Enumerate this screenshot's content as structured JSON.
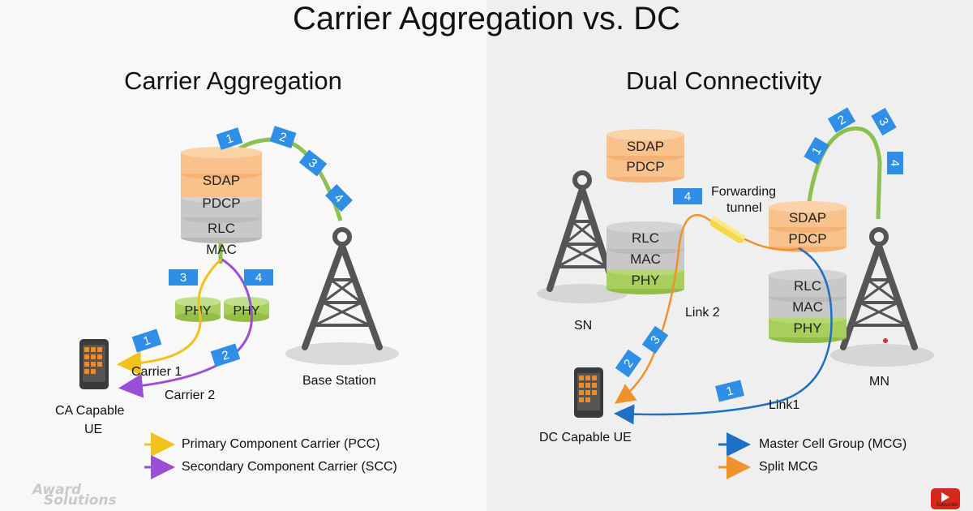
{
  "title": "Carrier Aggregation vs. DC",
  "left": {
    "heading": "Carrier Aggregation",
    "stack": {
      "sdap": "SDAP",
      "pdcp": "PDCP",
      "rlc": "RLC",
      "mac": "MAC",
      "phy1": "PHY",
      "phy2": "PHY"
    },
    "base_station": "Base Station",
    "ue_label_line1": "CA Capable",
    "ue_label_line2": "UE",
    "carrier1": "Carrier 1",
    "carrier2": "Carrier 2",
    "packets": [
      "1",
      "2",
      "3",
      "4",
      "3",
      "4",
      "1",
      "2"
    ],
    "legend": [
      {
        "text": "Primary Component Carrier (PCC)",
        "color": "#f2c21b"
      },
      {
        "text": "Secondary Component Carrier (SCC)",
        "color": "#9b4fd6"
      }
    ]
  },
  "right": {
    "heading": "Dual Connectivity",
    "sn_stack": {
      "sdap": "SDAP",
      "pdcp": "PDCP",
      "rlc": "RLC",
      "mac": "MAC",
      "phy": "PHY"
    },
    "mn_stack": {
      "sdap": "SDAP",
      "pdcp": "PDCP",
      "rlc": "RLC",
      "mac": "MAC",
      "phy": "PHY"
    },
    "sn": "SN",
    "mn": "MN",
    "forwarding_line1": "Forwarding",
    "forwarding_line2": "tunnel",
    "link2": "Link 2",
    "link1": "Link1",
    "ue_label": "DC Capable UE",
    "packets": [
      "1",
      "2",
      "3",
      "4",
      "4",
      "2",
      "3",
      "1"
    ],
    "legend": [
      {
        "text": "Master Cell Group (MCG)",
        "color": "#1f6fc5"
      },
      {
        "text": "Split MCG",
        "color": "#f0922b"
      }
    ]
  },
  "watermark_line1": "Award",
  "watermark_line2": "Solutions",
  "subscribe": "Subscribe",
  "colors": {
    "packet": "#2f8ee6",
    "orange_layer": "#f9c28c",
    "gray_layer": "#c8c8c8",
    "green_layer": "#a6cf5b",
    "green_link": "#8cc152"
  }
}
